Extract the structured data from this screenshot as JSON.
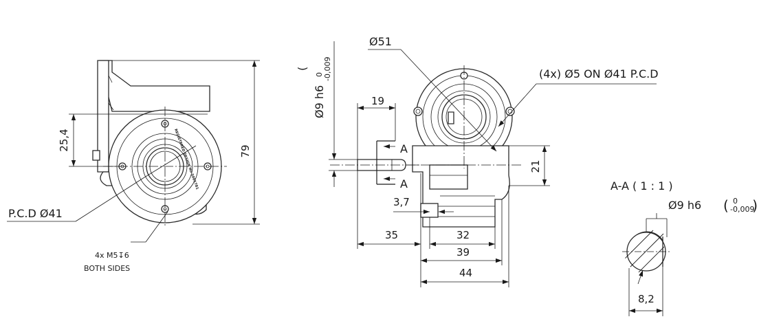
{
  "dimensions": {
    "front_height": "25,4",
    "overall_height": "79",
    "pcd_left": "P.C.D Ø41",
    "tapped_holes_line1": "4x M5↧6",
    "tapped_holes_line2": "BOTH SIDES",
    "flange_dia": "Ø51",
    "shaft_tol_side": "Ø9 h6",
    "tol_upper": "0",
    "tol_lower": "-0,009",
    "holes_callout": "(4x) Ø5 ON Ø41 P.C.D",
    "shaft_stub": "19",
    "section_mark_top": "A",
    "section_mark_bottom": "A",
    "center_height": "21",
    "collar": "3,7",
    "shaft_length": "35",
    "body_32": "32",
    "body_39": "39",
    "body_44": "44",
    "section_title": "A-A ( 1 : 1 )",
    "shaft_tol_section": "Ø9 h6",
    "flat_width": "8,2"
  },
  "engraving": {
    "registered": "REGISTERED DESIGN No 5001781"
  }
}
